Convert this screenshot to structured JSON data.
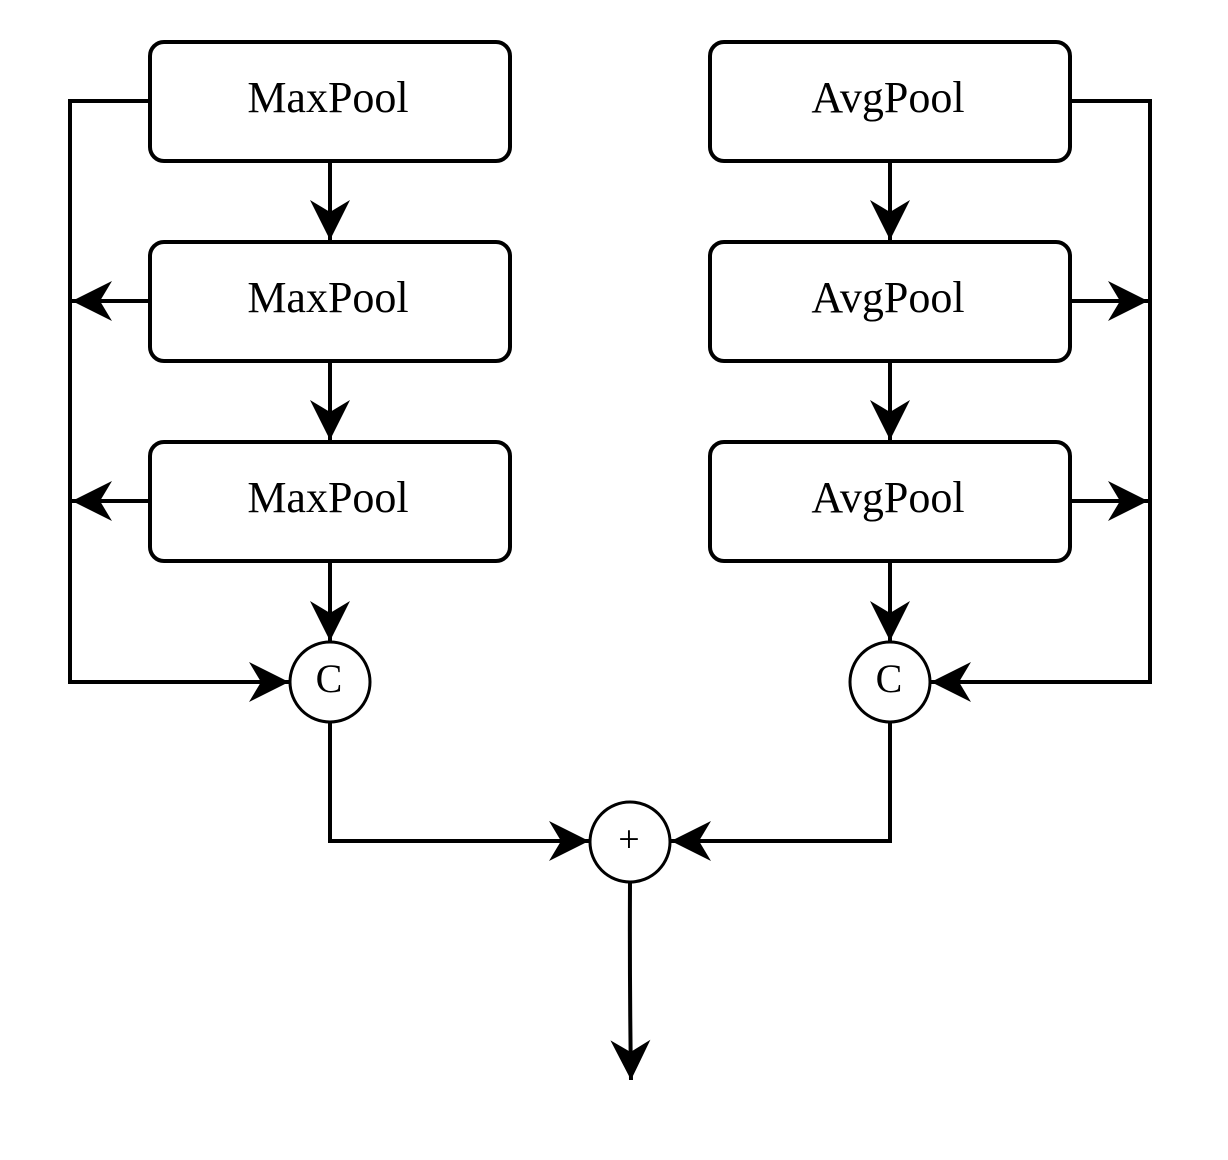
{
  "diagram": {
    "left_column": {
      "blocks": [
        "MaxPool",
        "MaxPool",
        "MaxPool"
      ],
      "concat_symbol": "C"
    },
    "right_column": {
      "blocks": [
        "AvgPool",
        "AvgPool",
        "AvgPool"
      ],
      "concat_symbol": "C"
    },
    "sum_symbol": "+"
  }
}
